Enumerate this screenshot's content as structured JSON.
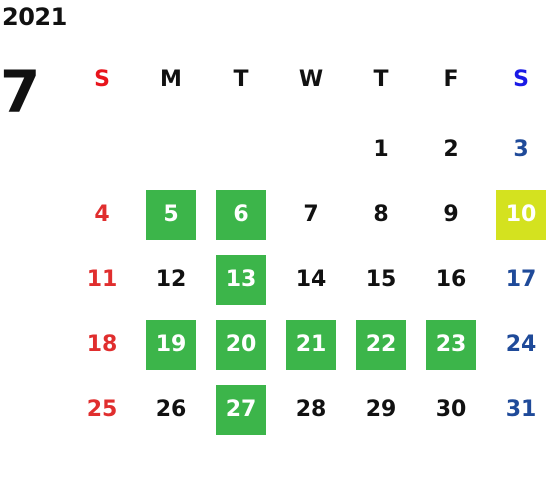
{
  "calendar": {
    "year": "2021",
    "month": "7",
    "weekdays": [
      "S",
      "M",
      "T",
      "W",
      "T",
      "F",
      "S"
    ],
    "first_weekday_index": 4,
    "days_in_month": 31,
    "highlight_colors": {
      "green": "#3cb54a",
      "yellow": "#d4e21f"
    },
    "text_colors": {
      "sunday_header": "#e8141c",
      "saturday_header": "#1a1ae6",
      "sunday": "#e02e2e",
      "saturday": "#1f4a99",
      "weekday": "#111111"
    },
    "highlighted_days": {
      "5": "green",
      "6": "green",
      "10": "yellow",
      "13": "green",
      "19": "green",
      "20": "green",
      "21": "green",
      "22": "green",
      "23": "green",
      "27": "green"
    }
  }
}
